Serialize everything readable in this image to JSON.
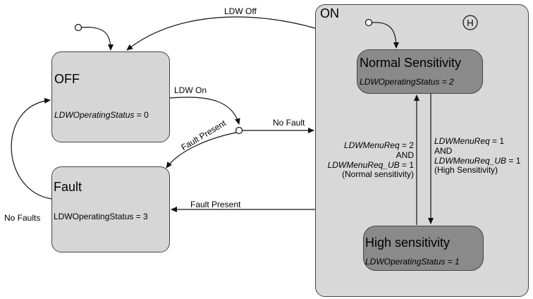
{
  "states": {
    "on": {
      "title": "ON"
    },
    "off": {
      "title": "OFF",
      "var": "LDWOperatingStatus",
      "val": " = 0"
    },
    "fault": {
      "title": "Fault",
      "body": "LDWOperatingStatus = 3"
    },
    "normal": {
      "title": "Normal Sensitivity",
      "body": "LDWOperatingStatus = 2"
    },
    "high": {
      "title": "High sensitivity",
      "body": "LDWOperatingStatus = 1"
    }
  },
  "history_symbol": "H",
  "transitions": {
    "ldw_off": "LDW Off",
    "ldw_on": "LDW On",
    "no_fault": "No Fault",
    "fault_present_junction": "Fault Present",
    "fault_present_on": "Fault Present",
    "no_faults": "No Faults",
    "to_normal": {
      "line1": "LDWMenuReq",
      "line1_val": " = 2",
      "line2": "AND",
      "line3": "LDWMenuReq_UB",
      "line3_val": " = 1",
      "line4": "(Normal sensitivity)"
    },
    "to_high": {
      "line1": "LDWMenuReq",
      "line1_val": " = 1",
      "line2": "AND",
      "line3": "LDWMenuReq_UB",
      "line3_val": " = 1",
      "line4": "(High Sensitivity)"
    }
  },
  "colors": {
    "state_fill": "#d6d6d6",
    "substate_fill": "#8a8a8a",
    "line": "#111111"
  }
}
